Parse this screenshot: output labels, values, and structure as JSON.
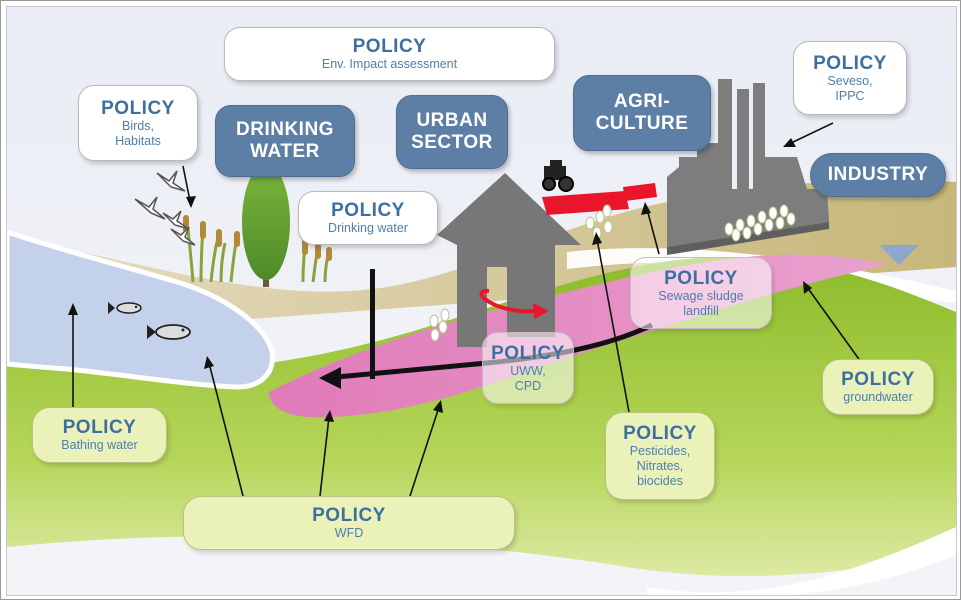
{
  "sectors": {
    "drinking_water": [
      "DRINKING",
      "WATER"
    ],
    "urban": [
      "URBAN",
      "SECTOR"
    ],
    "agriculture": [
      "AGRI-",
      "CULTURE"
    ],
    "industry": "INDUSTRY"
  },
  "policies": {
    "env_impact": {
      "title": "POLICY",
      "lines": [
        "Env. Impact assessment"
      ]
    },
    "birds": {
      "title": "POLICY",
      "lines": [
        "Birds,",
        "Habitats"
      ]
    },
    "seveso": {
      "title": "POLICY",
      "lines": [
        "Seveso,",
        "IPPC"
      ]
    },
    "drinking": {
      "title": "POLICY",
      "lines": [
        "Drinking water"
      ]
    },
    "sewage": {
      "title": "POLICY",
      "lines": [
        "Sewage sludge",
        "landfill"
      ]
    },
    "uww": {
      "title": "POLICY",
      "lines": [
        "UWW,",
        "CPD"
      ]
    },
    "groundwater": {
      "title": "POLICY",
      "lines": [
        "groundwater"
      ]
    },
    "bathing": {
      "title": "POLICY",
      "lines": [
        "Bathing water"
      ]
    },
    "pesticides": {
      "title": "POLICY",
      "lines": [
        "Pesticides,",
        "Nitrates,",
        "biocides"
      ]
    },
    "wfd": {
      "title": "POLICY",
      "lines": [
        "WFD"
      ]
    }
  },
  "colors": {
    "sky": "#eef0f6",
    "water": "#c5d3ea",
    "sediment": "#e58fc6",
    "land_tan": "#cbbf8f",
    "grass": "#97c43a",
    "sector_blue": "#5d7fa6",
    "policy_text": "#3f6fa0",
    "building": "#7d7d7d",
    "red_accent": "#e8152b"
  }
}
